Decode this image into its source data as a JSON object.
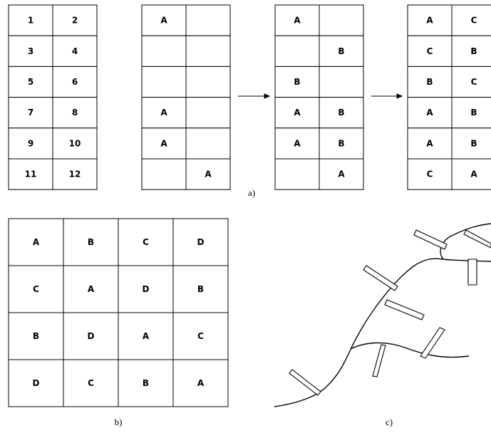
{
  "part_a": {
    "caption": "a)",
    "grids": [
      {
        "cells": [
          "1",
          "2",
          "3",
          "4",
          "5",
          "6",
          "7",
          "8",
          "9",
          "10",
          "11",
          "12"
        ]
      },
      {
        "cells": [
          "A",
          "",
          "",
          "",
          "",
          "",
          "A",
          "",
          "A",
          "",
          "",
          "A"
        ]
      },
      {
        "cells": [
          "A",
          "",
          "",
          "B",
          "B",
          "",
          "A",
          "B",
          "A",
          "B",
          "",
          "A"
        ]
      },
      {
        "cells": [
          "A",
          "C",
          "C",
          "B",
          "B",
          "C",
          "A",
          "B",
          "A",
          "B",
          "C",
          "A"
        ]
      }
    ]
  },
  "part_b": {
    "caption": "b)",
    "cells": [
      "A",
      "B",
      "C",
      "D",
      "C",
      "A",
      "D",
      "B",
      "B",
      "D",
      "A",
      "C",
      "D",
      "C",
      "B",
      "A"
    ]
  },
  "part_c": {
    "caption": "c)"
  }
}
